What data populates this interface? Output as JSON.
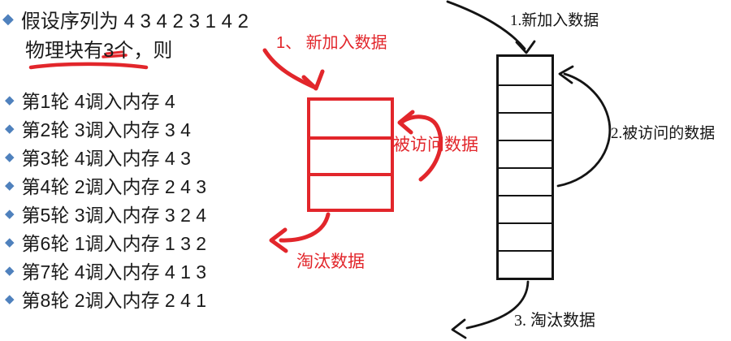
{
  "colors": {
    "red": "#e2262b",
    "blue": "#4f81bd",
    "ink": "#1a1a1a",
    "black": "#141414"
  },
  "glyphs": {
    "diamond": "◆"
  },
  "intro": {
    "line1": "假设序列为 4 3 4 2 3 1 4 2",
    "line2": "物理块有3个，则"
  },
  "rounds": [
    "第1轮 4调入内存 4",
    "第2轮 3调入内存 3 4",
    "第3轮 4调入内存 4 3",
    "第4轮 2调入内存 2 4 3",
    "第5轮 3调入内存 3 2 4",
    "第6轮 1调入内存 1 3 2",
    "第7轮 4调入内存 4 1 3",
    "第8轮 2调入内存 2 4 1"
  ],
  "red_diagram": {
    "cells": 3,
    "new_label": "1、 新加入数据",
    "accessed_label": "被访问数据",
    "evicted_label": "淘汰数据"
  },
  "black_diagram": {
    "cells": 8,
    "new_label": "1.新加入数据",
    "accessed_label": "2.被访问的数据",
    "evicted_label": "3. 淘汰数据"
  }
}
